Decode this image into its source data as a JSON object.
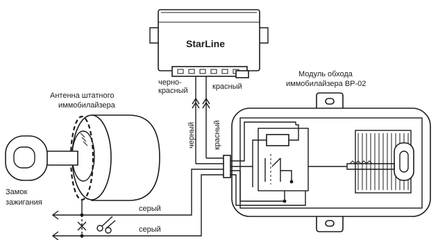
{
  "brand_logo": "StarLine",
  "labels": {
    "chernokrasny_1": "черно-",
    "chernokrasny_2": "красный",
    "krasny_top": "красный",
    "chorny_vertical": "черный",
    "krasny_vertical": "красный",
    "antenna_1": "Антенна штатного",
    "antenna_2": "иммобилайзера",
    "module_1": "Модуль обхода",
    "module_2": "иммобилайзера BP-02",
    "lock_1": "Замок",
    "lock_2": "зажигания",
    "gray_upper": "серый",
    "gray_lower": "серый"
  },
  "icons": [
    "scissors-icon",
    "cut-mark-icon",
    "antenna-coil-icon",
    "key-icon",
    "relay-icon"
  ]
}
